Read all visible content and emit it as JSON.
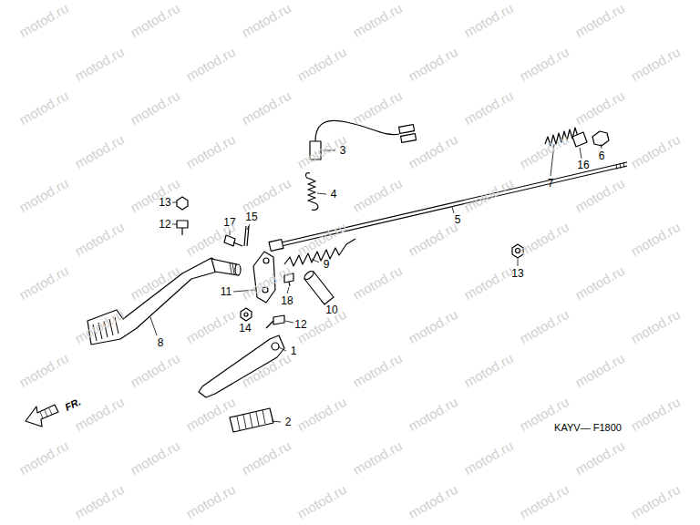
{
  "diagram": {
    "labels": [
      "1",
      "2",
      "3",
      "4",
      "5",
      "6",
      "7",
      "8",
      "9",
      "10",
      "11",
      "12",
      "12",
      "13",
      "13",
      "14",
      "15",
      "16",
      "17",
      "18",
      "FR.",
      "KAYV— F1800",
      "motod.ru",
      "motod.ru",
      "motod.ru",
      "motod.ru",
      "motod.ru",
      "motod.ru",
      "motod.ru",
      "motod.ru",
      "motod.ru",
      "motod.ru",
      "motod.ru",
      "motod.ru",
      "motod.ru",
      "motod.ru",
      "motod.ru",
      "motod.ru",
      "motod.ru",
      "motod.ru",
      "motod.ru",
      "motod.ru",
      "motod.ru",
      "motod.ru",
      "motod.ru",
      "motod.ru",
      "motod.ru",
      "motod.ru",
      "motod.ru",
      "motod.ru",
      "motod.ru",
      "motod.ru",
      "motod.ru",
      "motod.ru",
      "motod.ru",
      "motod.ru",
      "motod.ru",
      "motod.ru",
      "motod.ru",
      "motod.ru",
      "motod.ru",
      "motod.ru",
      "motod.ru",
      "motod.ru",
      "motod.ru",
      "motod.ru",
      "motod.ru",
      "motod.ru",
      "motod.ru",
      "motod.ru",
      "motod.ru",
      "motod.ru",
      "motod.ru",
      "motod.ru",
      "motod.ru",
      "motod.ru",
      "motod.ru",
      "motod.ru",
      "motod.ru",
      "motod.ru",
      "motod.ru",
      "motod.ru",
      "motod.ru",
      "motod.ru",
      "motod.ru",
      "motod.ru",
      "motod.ru",
      "motod.ru",
      "motod.ru",
      "motod.ru",
      "motod.ru",
      "motod.ru",
      "motod.ru",
      "motod.ru"
    ]
  }
}
